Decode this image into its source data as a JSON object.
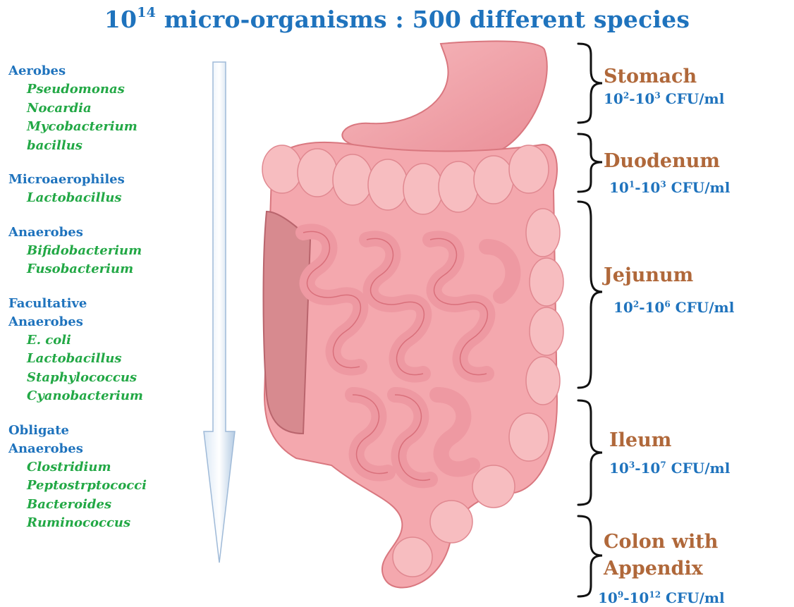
{
  "title": {
    "prefix": "10",
    "exponent": "14",
    "suffix": " micro-organisms : 500 different species"
  },
  "groups": [
    {
      "heading": [
        "Aerobes"
      ],
      "species": [
        "Pseudomonas",
        "Nocardia",
        "Mycobacterium",
        "bacillus"
      ]
    },
    {
      "heading": [
        "Microaerophiles"
      ],
      "species": [
        "Lactobacillus"
      ]
    },
    {
      "heading": [
        "Anaerobes"
      ],
      "species": [
        "Bifidobacterium",
        "Fusobacterium"
      ]
    },
    {
      "heading": [
        "Facultative",
        "Anaerobes"
      ],
      "species": [
        "E. coli",
        "Lactobacillus",
        "Staphylococcus",
        "Cyanobacterium"
      ]
    },
    {
      "heading": [
        "Obligate",
        "Anaerobes"
      ],
      "species": [
        "Clostridium",
        "Peptostrptococci",
        "Bacteroides",
        "Ruminococcus"
      ]
    }
  ],
  "regions": [
    {
      "name": "Stomach",
      "cfu": {
        "a": "10",
        "ae": "2",
        "b": "-10",
        "be": "3",
        "unit": " CFU/ml"
      }
    },
    {
      "name": "Duodenum",
      "cfu": {
        "a": "10",
        "ae": "1",
        "b": "-10",
        "be": "3",
        "unit": " CFU/ml"
      }
    },
    {
      "name": "Jejunum",
      "cfu": {
        "a": "10",
        "ae": "2",
        "b": "-10",
        "be": "6",
        "unit": " CFU/ml"
      }
    },
    {
      "name": "Ileum",
      "cfu": {
        "a": "10",
        "ae": "3",
        "b": "-10",
        "be": "7",
        "unit": " CFU/ml"
      }
    },
    {
      "name": "Colon with Appendix",
      "cfu": {
        "a": "10",
        "ae": "9",
        "b": "-10",
        "be": "12",
        "unit": " CFU/ml"
      }
    }
  ],
  "colors": {
    "heading": "#1f73bd",
    "species": "#22a845",
    "region": "#b0683a",
    "intestine": "#f2a1a8"
  }
}
